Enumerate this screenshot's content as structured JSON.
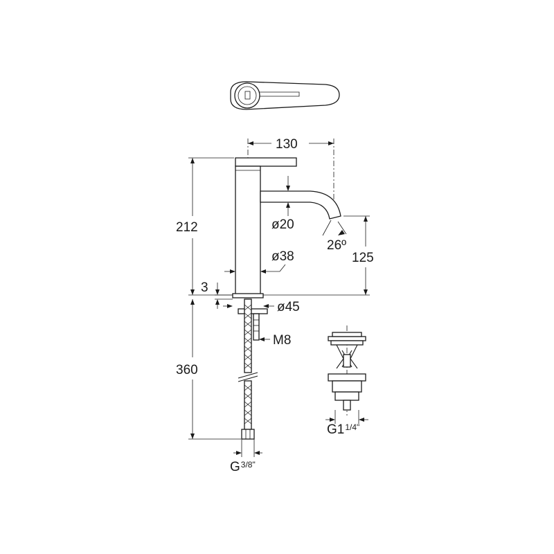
{
  "dimensions": {
    "spout_reach": "130",
    "total_height": "212",
    "spout_diameter": "ø20",
    "spout_angle": "26º",
    "body_diameter": "ø38",
    "spout_height": "125",
    "base_gap": "3",
    "base_diameter": "ø45",
    "fixing_rod": "M8",
    "hose_length": "360",
    "hose_thread_main": "G",
    "hose_thread_frac": "3/8\"",
    "waste_thread_main": "G1",
    "waste_thread_frac": "1/4\""
  }
}
